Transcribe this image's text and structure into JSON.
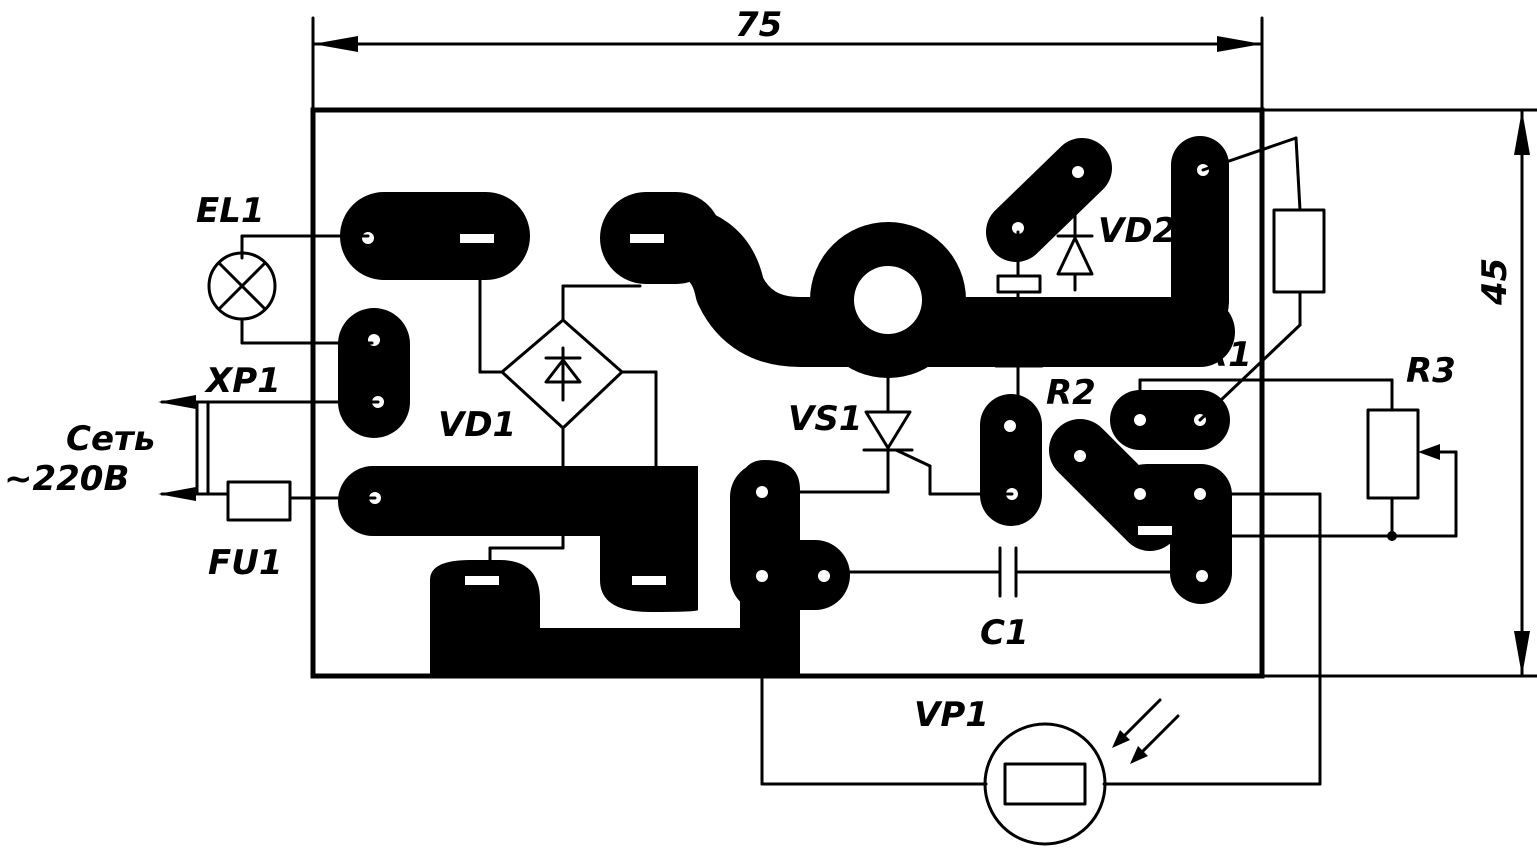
{
  "dimensions": {
    "width": "75",
    "height": "45"
  },
  "labels": {
    "el1": "EL1",
    "xp1": "XP1",
    "mains": "Сеть",
    "voltage": "~220В",
    "fu1": "FU1",
    "vd1": "VD1",
    "vs1": "VS1",
    "vd2": "VD2",
    "r1": "R1",
    "r2": "R2",
    "r3": "R3",
    "c1": "C1",
    "vp1": "VP1"
  },
  "colors": {
    "ink": "#000000",
    "paper": "#ffffff"
  }
}
